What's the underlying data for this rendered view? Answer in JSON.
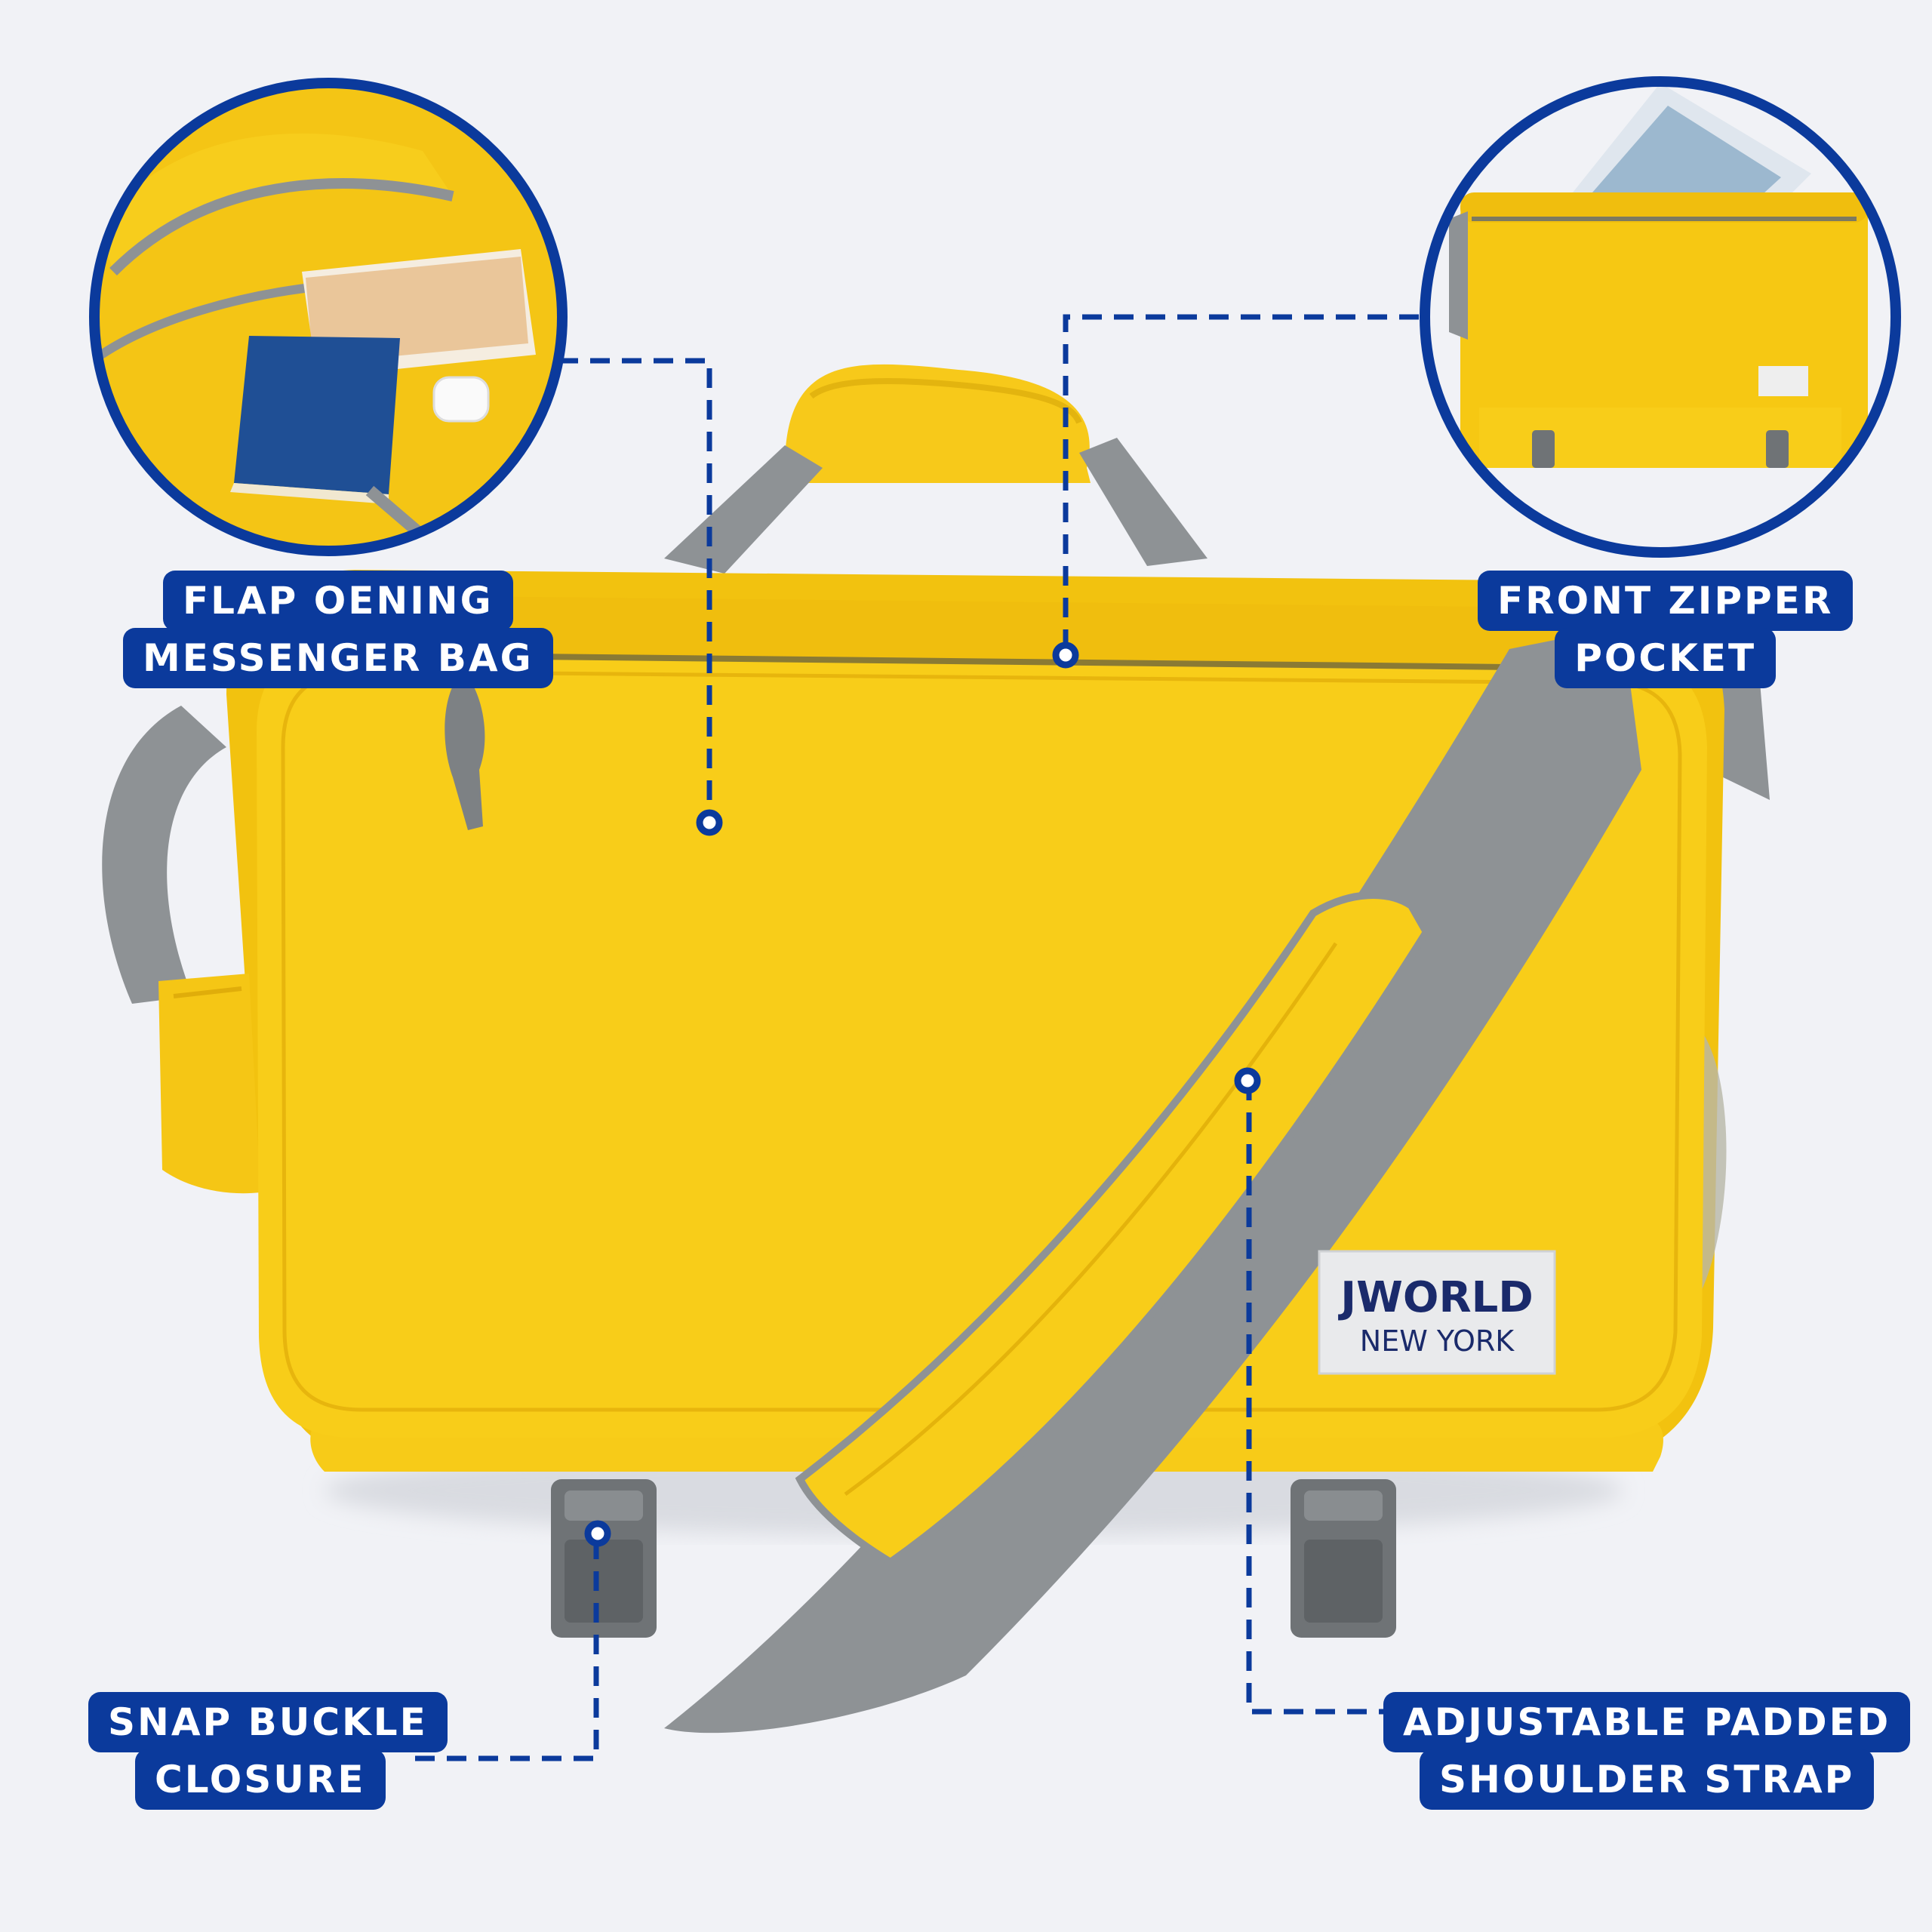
{
  "colors": {
    "background": "#f1f2f6",
    "accent_blue": "#0b3a9c",
    "bag_yellow": "#f6cc1a",
    "strap_gray": "#8e9295"
  },
  "brand_label": {
    "line1": "JWORLD",
    "line2": "NEW YORK"
  },
  "callouts": {
    "flap_opening": {
      "line1": "FLAP OENING",
      "line2": "MESSENGER BAG"
    },
    "front_zipper": {
      "line1": "FRONT ZIPPER",
      "line2": "POCKET"
    },
    "snap_buckle": {
      "line1": "SNAP BUCKLE",
      "line2": "CLOSURE"
    },
    "shoulder_strap": {
      "line1": "ADJUSTABLE  PADDED",
      "line2": "SHOULDER STRAP"
    }
  }
}
